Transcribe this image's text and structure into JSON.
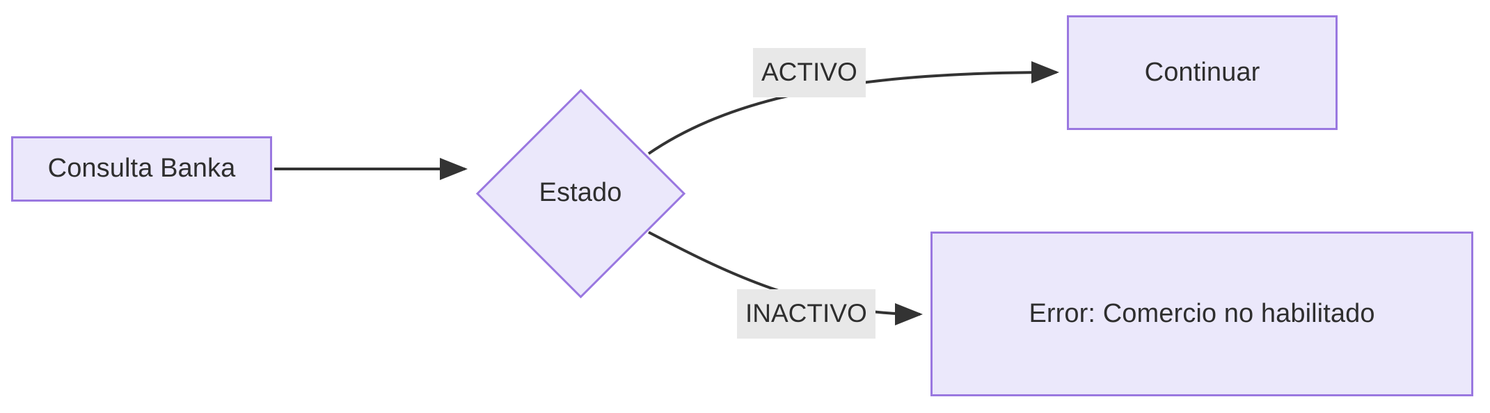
{
  "diagram": {
    "type": "flowchart",
    "direction": "left-to-right",
    "background_color": "#ffffff",
    "node_fill_color": "#ebe8fb",
    "node_border_color": "#9a78e0",
    "edge_color": "#333333",
    "edge_label_background": "#e8e8e8",
    "text_color": "#2e2e2e",
    "nodes": [
      {
        "id": "consulta",
        "shape": "rectangle",
        "label": "Consulta Banka"
      },
      {
        "id": "estado",
        "shape": "diamond",
        "label": "Estado"
      },
      {
        "id": "continuar",
        "shape": "rectangle",
        "label": "Continuar"
      },
      {
        "id": "error",
        "shape": "rectangle",
        "label": "Error: Comercio no habilitado"
      }
    ],
    "edges": [
      {
        "from": "consulta",
        "to": "estado",
        "label": ""
      },
      {
        "from": "estado",
        "to": "continuar",
        "label": "ACTIVO"
      },
      {
        "from": "estado",
        "to": "error",
        "label": "INACTIVO"
      }
    ]
  }
}
